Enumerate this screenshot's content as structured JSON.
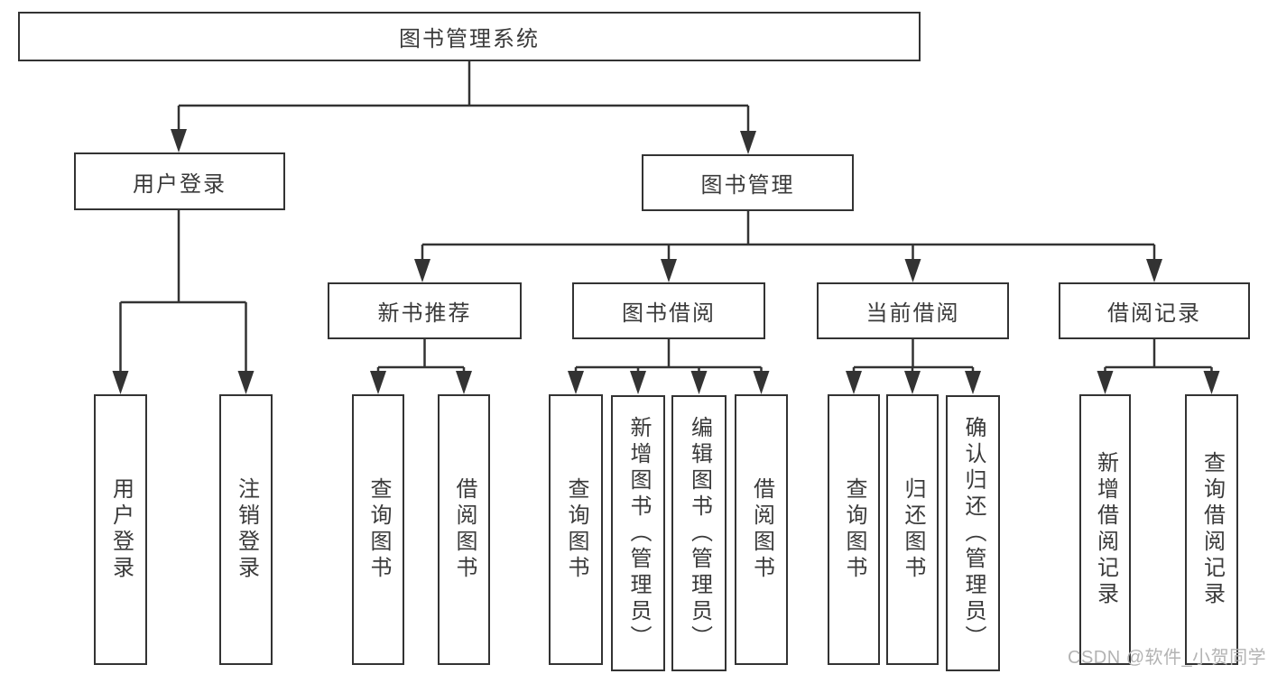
{
  "colors": {
    "line": "#333333",
    "text": "#3a3a3a",
    "boxbg": "#ffffff",
    "bg": "#ffffff",
    "watermark": "#b3b3b3"
  },
  "tree": {
    "root": {
      "label": "图书管理系统"
    },
    "children": [
      {
        "label": "用户登录",
        "children": [
          {
            "label": "用户登录"
          },
          {
            "label": "注销登录"
          }
        ]
      },
      {
        "label": "图书管理",
        "children": [
          {
            "label": "新书推荐",
            "children": [
              {
                "label": "查询图书"
              },
              {
                "label": "借阅图书"
              }
            ]
          },
          {
            "label": "图书借阅",
            "children": [
              {
                "label": "查询图书"
              },
              {
                "label": "新增图书（管理员）"
              },
              {
                "label": "编辑图书（管理员）"
              },
              {
                "label": "借阅图书"
              }
            ]
          },
          {
            "label": "当前借阅",
            "children": [
              {
                "label": "查询图书"
              },
              {
                "label": "归还图书"
              },
              {
                "label": "确认归还（管理员）"
              }
            ]
          },
          {
            "label": "借阅记录",
            "children": [
              {
                "label": "新增借阅记录"
              },
              {
                "label": "查询借阅记录"
              }
            ]
          }
        ]
      }
    ]
  },
  "watermark": "CSDN @软件_小贺同学"
}
